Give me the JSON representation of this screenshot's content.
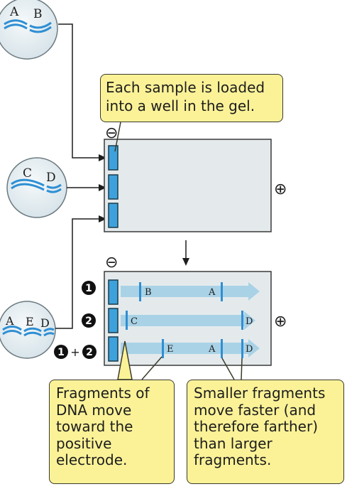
{
  "samples": {
    "top": {
      "labels": [
        "A",
        "B"
      ]
    },
    "middle": {
      "labels": [
        "C",
        "D"
      ]
    },
    "bottom": {
      "labels": [
        "A",
        "E",
        "D"
      ]
    }
  },
  "electrodes": {
    "negative": "⊖",
    "positive": "⊕"
  },
  "lane_numbers": {
    "one": "1",
    "two": "2",
    "plus": "+"
  },
  "lanes": [
    {
      "band_labels": [
        "B",
        "A"
      ]
    },
    {
      "band_labels": [
        "C",
        "D"
      ]
    },
    {
      "band_labels": [
        "E",
        "A",
        "D"
      ]
    }
  ],
  "callouts": {
    "loading": "Each sample is loaded into a well in the gel.",
    "movement": "Fragments of DNA move toward the positive electrode.",
    "size": "Smaller fragments move faster (and therefore farther) than larger fragments."
  },
  "colors": {
    "callout_fill": "#fbf298",
    "dna_blue": "#2f8fd3",
    "gel_fill": "#e4eaec",
    "well_blue": "#3da2dc",
    "arrow_band": "#a9d2e6"
  }
}
